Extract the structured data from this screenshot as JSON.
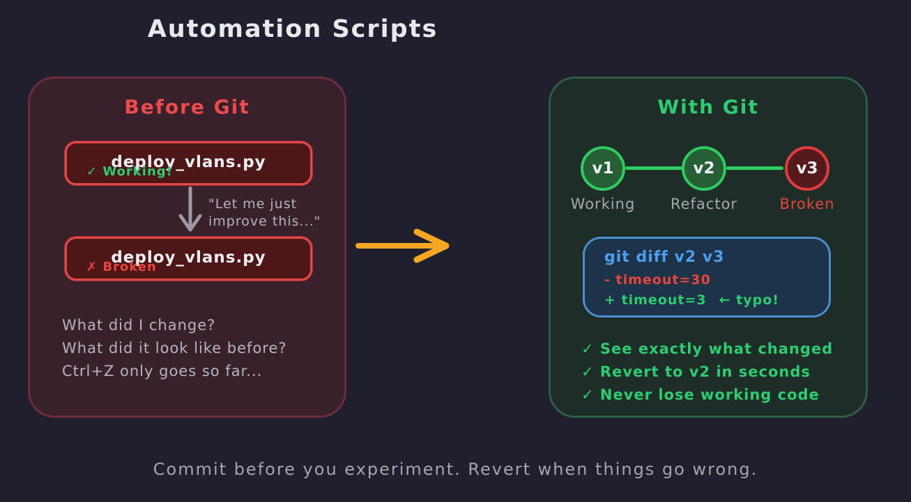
{
  "title": "Automation Scripts",
  "before_panel": {
    "title": "Before Git",
    "file_box_working": {
      "filename": "deploy_vlans.py",
      "status": "✓ Working!"
    },
    "quote_line1": "\"Let me just",
    "quote_line2": "improve this...\"",
    "file_box_broken": {
      "filename": "deploy_vlans.py",
      "status": "✗ Broken"
    },
    "questions": [
      "What did I change?",
      "What did it look like before?",
      "Ctrl+Z only goes so far..."
    ]
  },
  "with_panel": {
    "title": "With Git",
    "commits": [
      {
        "id": "v1",
        "label": "Working",
        "state": "good"
      },
      {
        "id": "v2",
        "label": "Refactor",
        "state": "good"
      },
      {
        "id": "v3",
        "label": "Broken",
        "state": "bad"
      }
    ],
    "diff_box": {
      "command": "git diff v2 v3",
      "removed_line": "- timeout=30",
      "added_line": "+ timeout=3",
      "annotation": "← typo!"
    },
    "benefits": [
      "✓ See exactly what changed",
      "✓ Revert to v2 in seconds",
      "✓ Never lose working code"
    ]
  },
  "caption": "Commit before you experiment. Revert when things go wrong.",
  "colors": {
    "background": "#1f1f2d",
    "before_accent": "#ef4b4b",
    "with_accent": "#2ecc71",
    "broken_red": "#e8453c",
    "diff_blue": "#4c9ef0",
    "arrow_orange": "#f5a623",
    "muted_gray": "#b5b5bc"
  }
}
